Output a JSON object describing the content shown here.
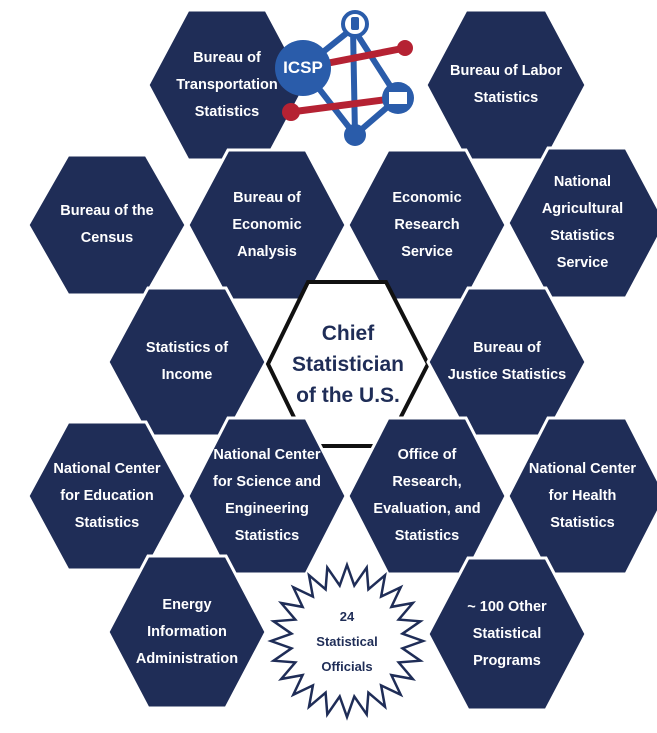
{
  "logo": {
    "text": "ICSP",
    "blue": "#2a5caa",
    "red": "#b52233"
  },
  "center": {
    "label": "Chief\nStatistician\nof the U.S."
  },
  "star": {
    "label": "24\nStatistical\nOfficials"
  },
  "agencies": [
    {
      "id": "bts",
      "label": "Bureau of\nTransportation\nStatistics"
    },
    {
      "id": "bls",
      "label": "Bureau of Labor\nStatistics"
    },
    {
      "id": "census",
      "label": "Bureau of the\nCensus"
    },
    {
      "id": "bea",
      "label": "Bureau of\nEconomic\nAnalysis"
    },
    {
      "id": "ers",
      "label": "Economic\nResearch\nService"
    },
    {
      "id": "nass",
      "label": "National\nAgricultural\nStatistics\nService"
    },
    {
      "id": "soi",
      "label": "Statistics of\nIncome"
    },
    {
      "id": "bjs",
      "label": "Bureau of\nJustice Statistics"
    },
    {
      "id": "nces",
      "label": "National Center\nfor Education\nStatistics"
    },
    {
      "id": "ncses",
      "label": "National Center\nfor Science and\nEngineering\nStatistics"
    },
    {
      "id": "opre",
      "label": "Office of\nResearch,\nEvaluation, and\nStatistics"
    },
    {
      "id": "nchs",
      "label": "National Center\nfor Health\nStatistics"
    },
    {
      "id": "eia",
      "label": "Energy\nInformation\nAdministration"
    },
    {
      "id": "other",
      "label": "~ 100 Other\nStatistical\nPrograms"
    }
  ],
  "colors": {
    "hex_fill": "#1f2d57",
    "text_light": "#ffffff",
    "outline": "#111111"
  }
}
